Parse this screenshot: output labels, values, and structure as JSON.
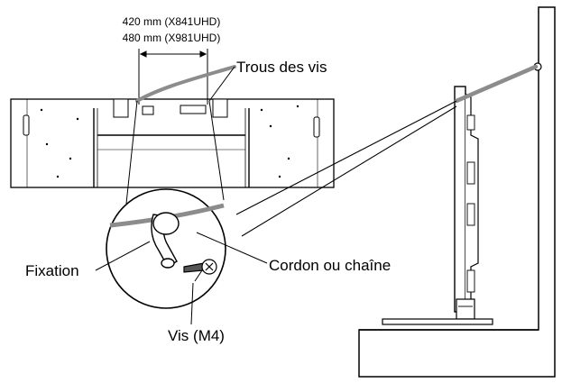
{
  "dimensions": {
    "line1": "420 mm (X841UHD)",
    "line2": "480 mm (X981UHD)"
  },
  "labels": {
    "screw_holes": "Trous des vis",
    "fixation": "Fixation",
    "cord": "Cordon ou chaîne",
    "screw": "Vis (M4)"
  },
  "colors": {
    "ink": "#000000",
    "cord": "#8c8c8c",
    "wall": "#ffffff",
    "paper": "#ffffff"
  }
}
